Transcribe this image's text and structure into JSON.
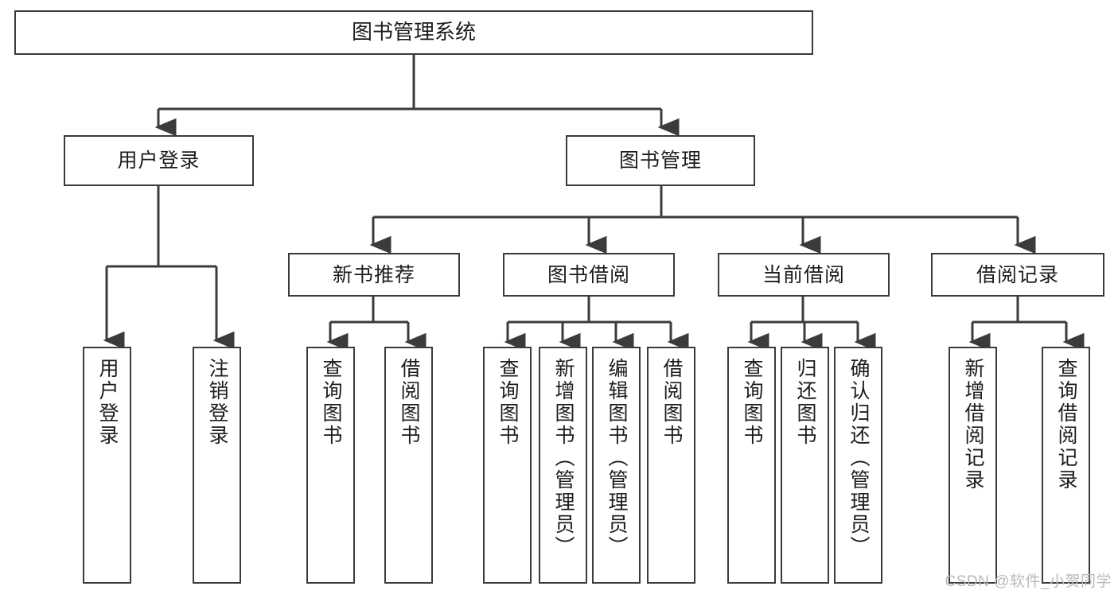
{
  "diagram": {
    "type": "tree",
    "title": "图书管理系统",
    "colors": {
      "border": "#3b3b3b",
      "box_fill": "#ffffff",
      "text": "#1d1d1d",
      "connector": "#3b3b3b",
      "watermark": "#b9b9b9",
      "background": "#ffffff"
    },
    "root": {
      "label": "图书管理系统"
    },
    "level2": [
      {
        "label": "用户登录"
      },
      {
        "label": "图书管理"
      }
    ],
    "level3": [
      {
        "label": "新书推荐"
      },
      {
        "label": "图书借阅"
      },
      {
        "label": "当前借阅"
      },
      {
        "label": "借阅记录"
      }
    ],
    "leaves_user_login": [
      {
        "label": "用户登录"
      },
      {
        "label": "注销登录"
      }
    ],
    "leaves_new_book": [
      {
        "label": "查询图书"
      },
      {
        "label": "借阅图书"
      }
    ],
    "leaves_borrow": [
      {
        "label": "查询图书"
      },
      {
        "label": "新增图书（管理员）"
      },
      {
        "label": "编辑图书（管理员）"
      },
      {
        "label": "借阅图书"
      }
    ],
    "leaves_current": [
      {
        "label": "查询图书"
      },
      {
        "label": "归还图书"
      },
      {
        "label": "确认归还（管理员）"
      }
    ],
    "leaves_record": [
      {
        "label": "新增借阅记录"
      },
      {
        "label": "查询借阅记录"
      }
    ]
  },
  "watermark": {
    "text": "CSDN @软件_小贺同学"
  }
}
